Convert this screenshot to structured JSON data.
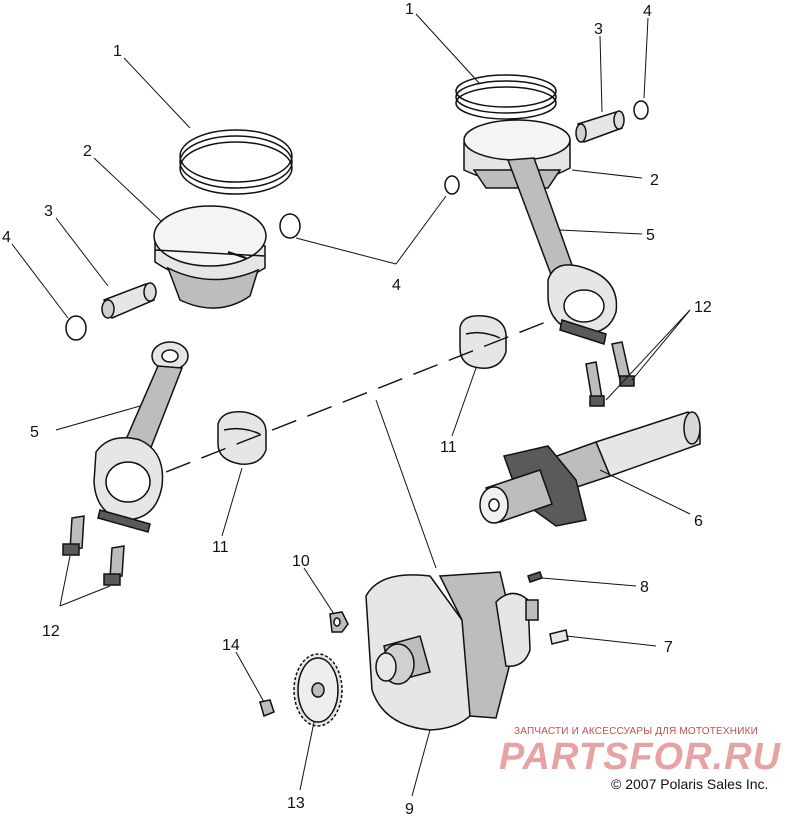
{
  "callouts": {
    "c1a": "1",
    "c1b": "1",
    "c2a": "2",
    "c2b": "2",
    "c3a": "3",
    "c3b": "3",
    "c4a": "4",
    "c4b": "4",
    "c4c": "4",
    "c5a": "5",
    "c5b": "5",
    "c6": "6",
    "c7": "7",
    "c8": "8",
    "c9": "9",
    "c10": "10",
    "c11a": "11",
    "c11b": "11",
    "c12a": "12",
    "c12b": "12",
    "c13": "13",
    "c14": "14"
  },
  "watermark": {
    "tagline": "ЗАПЧАСТИ И АКСЕССУАРЫ ДЛЯ МОТОТЕХНИКИ",
    "logo": "PARTSFOR.RU"
  },
  "copyright": "© 2007 Polaris Sales Inc."
}
